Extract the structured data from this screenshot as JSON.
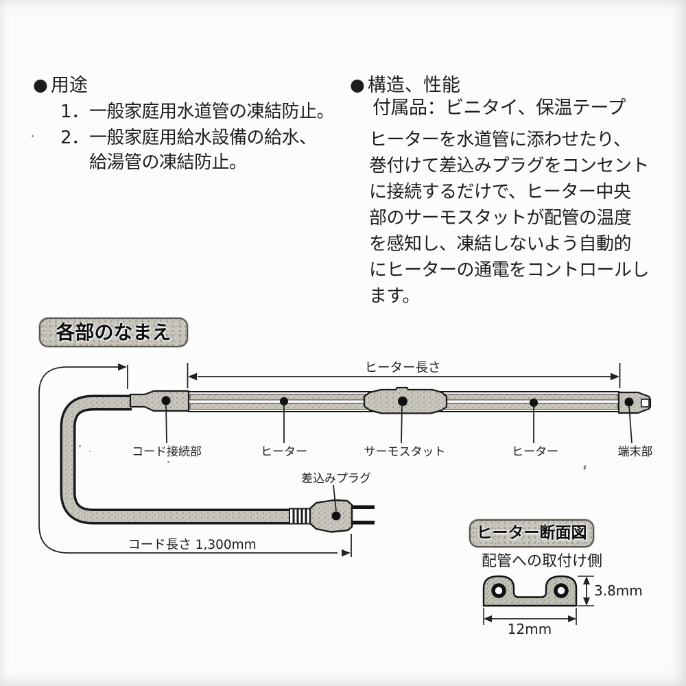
{
  "page": {
    "background": "#fcfcfb",
    "ink": "#1d1d1d",
    "texture_gray": "#c9c6be"
  },
  "usage": {
    "bullet": "●",
    "heading": "用途",
    "items": [
      {
        "num": "1．",
        "text": "一般家庭用水道管の凍結防止。"
      },
      {
        "num": "2．",
        "text": "一般家庭用給水設備の給水、"
      }
    ],
    "item2_continuation": "給湯管の凍結防止。"
  },
  "structure": {
    "bullet": "●",
    "heading": "構造、性能",
    "accessories": "付属品：ビニタイ、保温テープ",
    "body_lines": [
      "ヒーターを水道管に添わせたり、",
      "巻付けて差込みプラグをコンセント",
      "に接続するだけで、ヒーター中央",
      "部のサーモスタットが配管の温度",
      "を感知し、凍結しないよう自動的",
      "にヒーターの通電をコントロールし",
      "ます。"
    ]
  },
  "parts_diagram": {
    "badge": "各部のなまえ",
    "labels": {
      "cord_connection": "コード接続部",
      "heater_left": "ヒーター",
      "thermostat": "サーモスタット",
      "heater_right": "ヒーター",
      "terminal": "端末部",
      "plug": "差込みプラグ"
    },
    "dimensions": {
      "heater_length": "ヒーター長さ",
      "cord_length": "コード長さ 1,300mm"
    }
  },
  "cross_section": {
    "badge": "ヒーター断面図",
    "mount_side_label": "配管への取付け側",
    "height_dim": "3.8mm",
    "width_dim": "12mm"
  }
}
